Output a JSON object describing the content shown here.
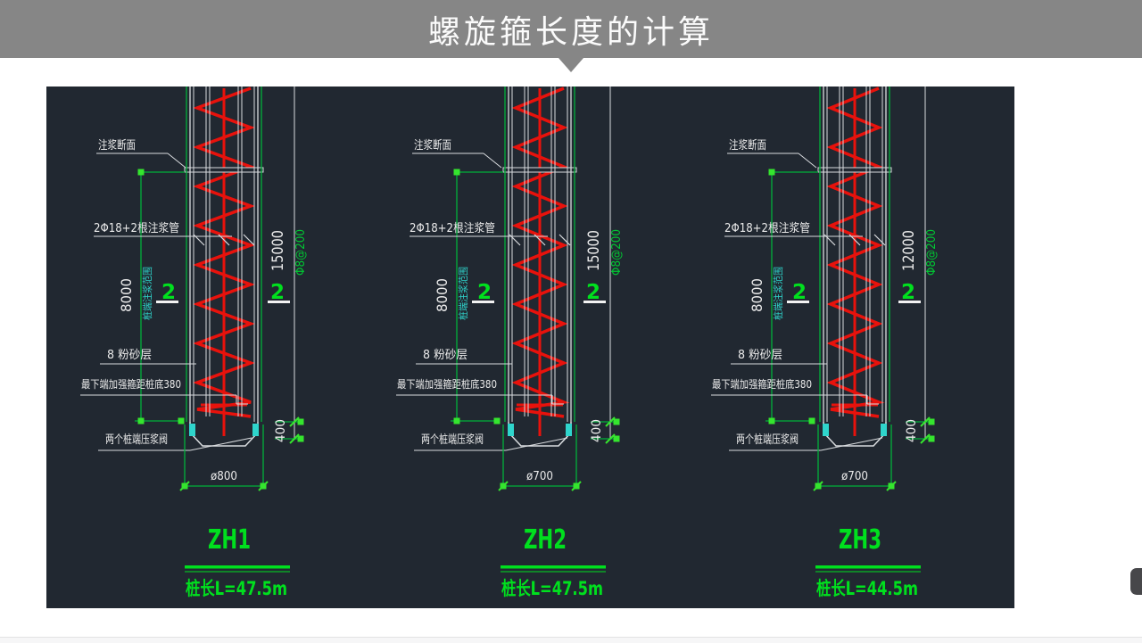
{
  "banner": {
    "title": "螺旋箍长度的计算"
  },
  "colors": {
    "banner_bg": "#868686",
    "canvas_bg": "#212831",
    "line_white": "#d9dcdf",
    "text_white": "#ebebeb",
    "dim_green": "#00b13b",
    "dot_green": "#35e52e",
    "title_green": "#00e01e",
    "spec_green": "#00c832",
    "spiral_red": "#e8120c",
    "valve_cyan": "#2fd5cc"
  },
  "labels": {
    "grout_section": "注浆断面",
    "grout_pipes": "2Φ18+2根注浆管",
    "grout_range": "桩端注浆范围",
    "upper_dim": "8000",
    "section_mark": "2",
    "silt_layer": "8 粉砂层",
    "bottom_hoop_note": "最下端加强箍距桩底380",
    "valve_note": "两个桩端压浆阀",
    "tip_dim": "400",
    "spiral_spec": "Φ8@200"
  },
  "piles": [
    {
      "id": "ZH1",
      "pile_length": "桩长L=47.5m",
      "depth_dim": "15000",
      "diameter": "ø800"
    },
    {
      "id": "ZH2",
      "pile_length": "桩长L=47.5m",
      "depth_dim": "15000",
      "diameter": "ø700"
    },
    {
      "id": "ZH3",
      "pile_length": "桩长L=44.5m",
      "depth_dim": "12000",
      "diameter": "ø700"
    }
  ]
}
